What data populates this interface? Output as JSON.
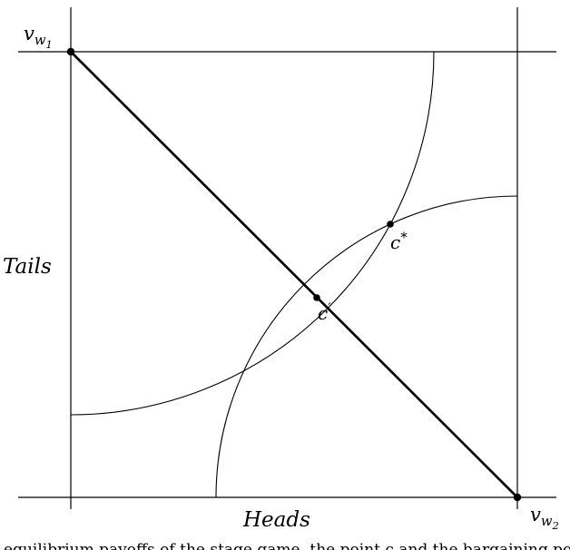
{
  "colors": {
    "ink": "#000000",
    "background": "#ffffff"
  },
  "figure": {
    "axis_labels": {
      "left": "Tails",
      "bottom": "Heads"
    },
    "point_labels": {
      "vw1": {
        "base": "v",
        "sub": "w",
        "subsub": "1"
      },
      "vw2": {
        "base": "v",
        "sub": "w",
        "subsub": "2"
      },
      "c_star": {
        "base": "c",
        "sup": "*"
      },
      "c_prime": {
        "base": "c",
        "sup": "′"
      }
    }
  },
  "diagram_data": {
    "type": "geometric-figure",
    "description": "Unit payoff square with axes Heads (horizontal) and Tails (vertical); a thick diagonal joins the marked corner points vw1 (top-left) and vw2 (bottom-right); two thin circular arcs centered at vw1 and vw2 cross at the marked point c*; the point c' is marked on the diagonal between the arcs.",
    "unit_square_points": {
      "vw1": [
        0.0,
        1.0
      ],
      "vw2": [
        1.0,
        0.0
      ],
      "c_star": [
        0.72,
        0.61
      ],
      "c_prime": [
        0.55,
        0.45
      ]
    },
    "arcs": [
      {
        "center": "vw1",
        "radius_fraction_of_side": 0.81
      },
      {
        "center": "vw2",
        "radius_fraction_of_side": 0.675
      }
    ],
    "diagonal": {
      "from": "vw1",
      "to": "vw2",
      "thick": true
    }
  },
  "caption_fragment": "equilibrium payoffs of the stage game, the point c and the bargaining points of the"
}
